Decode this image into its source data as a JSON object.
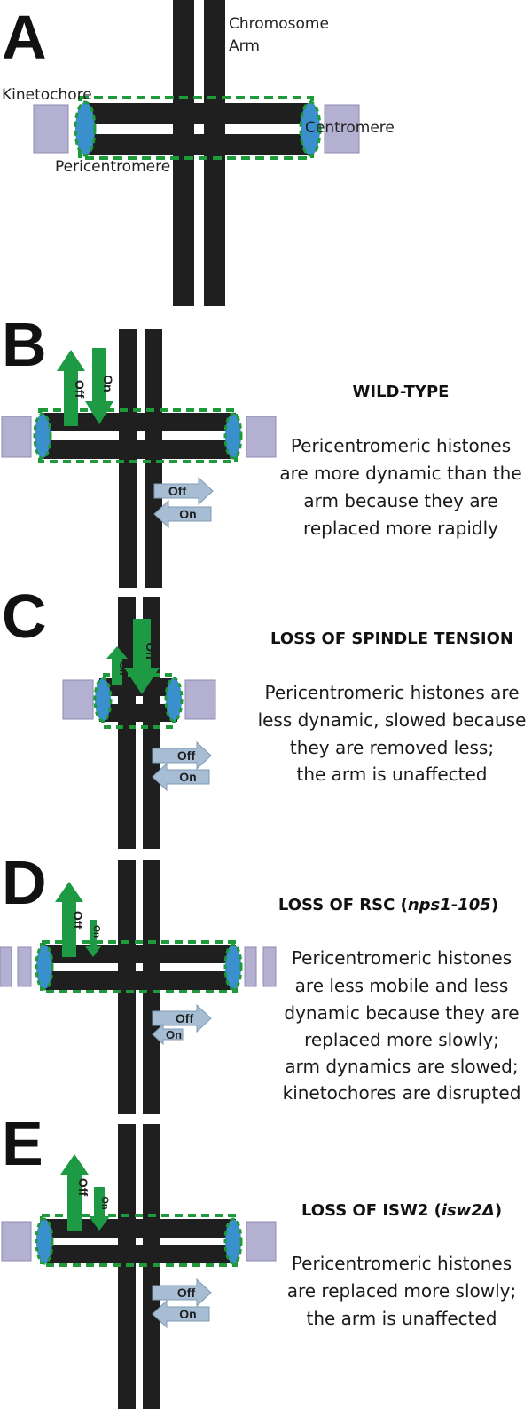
{
  "colors": {
    "chromosome": "#1f1f1f",
    "kinetochore": "#b3b0d2",
    "centromere": "#3a8fcd",
    "pericentromere_outline": "#1f9a3a",
    "off_on_green": "#1e9a44",
    "arm_arrow": "#a6bdd3"
  },
  "panel_a": {
    "letter": "A",
    "labels": {
      "chromosome_arm_line1": "Chromosome",
      "chromosome_arm_line2": "Arm",
      "kinetochore": "Kinetochore",
      "centromere": "Centromere",
      "pericentromere": "Pericentromere"
    }
  },
  "panel_b": {
    "letter": "B",
    "heading": "WILD-TYPE",
    "description": [
      "Pericentromeric histones",
      "are more dynamic than the",
      "arm because they are",
      "replaced more rapidly"
    ],
    "peri_off": "Off",
    "peri_on": "On",
    "arm_off": "Off",
    "arm_on": "On"
  },
  "panel_c": {
    "letter": "C",
    "heading": "LOSS OF SPINDLE TENSION",
    "description": [
      "Pericentromeric histones are",
      "less dynamic, slowed because",
      "they are removed less;",
      "the arm is unaffected"
    ],
    "peri_off": "Off",
    "peri_on": "On",
    "arm_off": "Off",
    "arm_on": "On"
  },
  "panel_d": {
    "letter": "D",
    "heading_prefix": "LOSS OF RSC (",
    "heading_gene": "nps1-105",
    "heading_suffix": ")",
    "description": [
      "Pericentromeric histones",
      "are less mobile and less",
      "dynamic because they are",
      "replaced more slowly;",
      "arm dynamics are slowed;",
      "kinetochores are disrupted"
    ],
    "peri_off": "Off",
    "peri_on": "On",
    "arm_off": "Off",
    "arm_on": "On"
  },
  "panel_e": {
    "letter": "E",
    "heading_prefix": "LOSS OF ISW2 (",
    "heading_gene": "isw2Δ",
    "heading_suffix": ")",
    "description": [
      "Pericentromeric histones",
      "are replaced more slowly;",
      "the arm is unaffected"
    ],
    "peri_off": "Off",
    "peri_on": "On",
    "arm_off": "Off",
    "arm_on": "On"
  }
}
